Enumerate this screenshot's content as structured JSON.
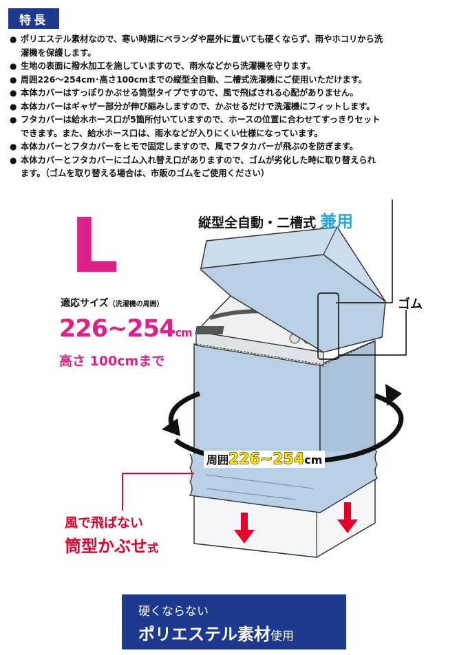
{
  "header": {
    "badge": "特長"
  },
  "features": [
    {
      "l1": "ポリエステル素材なので、寒い時期にベランダや屋外に置いても硬くならず、雨やホコリから洗",
      "l2": "濯機を保護します。"
    },
    {
      "l1": "生地の表面に撥水加工を施していますので、雨水などから洗濯機を守ります。",
      "l2": ""
    },
    {
      "l1": "周囲226～254cm･高さ100cmまでの縦型全自動、二槽式洗濯機にご使用いただけます。",
      "l2": ""
    },
    {
      "l1": "本体カバーはすっぽりかぶせる筒型タイプですので、風で飛ばされる心配がありません。",
      "l2": ""
    },
    {
      "l1": "本体カバーはギャザー部分が伸び縮みしますので、かぶせるだけで洗濯機にフィットします。",
      "l2": ""
    },
    {
      "l1": "フタカバーは給水ホース口が5箇所付いていますので、ホースの位置に合わせてすっきりセット",
      "l2": "できます。また、給水ホース口は、雨水などが入りにくい仕様になっています。"
    },
    {
      "l1": "本体カバーとフタカバーをヒモで固定しますので、風でフタカバーが飛ぶのを防ぎます。",
      "l2": ""
    },
    {
      "l1": "本体カバーとフタカバーにゴム入れ替え口がありますので、ゴムが劣化した時に取り替えられ",
      "l2": "ます。（ゴムを取り替える場合は、市販のゴムをご使用ください）"
    }
  ],
  "bullet": "●",
  "product": {
    "size": "L",
    "type": "縦型全自動・二槽式",
    "type_accent": "兼用",
    "fit_label": "適応サイズ",
    "fit_label_note": "（洗濯機の周囲）",
    "fit_range": "226~254",
    "fit_unit": "cm",
    "height": "高さ 100cmまで",
    "gomu_label": "ゴム",
    "circ_prefix": "周囲",
    "circ_value": "226~254",
    "circ_unit": "cm",
    "wind_line1": "風で飛ばない",
    "wind_line2": "筒型かぶせ",
    "wind_line2_small": "式"
  },
  "footer": {
    "line1": "硬くならない",
    "line2": "ポリエステル素材",
    "line2_small": "使用"
  },
  "colors": {
    "navy": "#1d3a8e",
    "magenta": "#e0208a",
    "cyan": "#2aa7d8",
    "red": "#e4002b",
    "cover": "#b9cfe3"
  }
}
